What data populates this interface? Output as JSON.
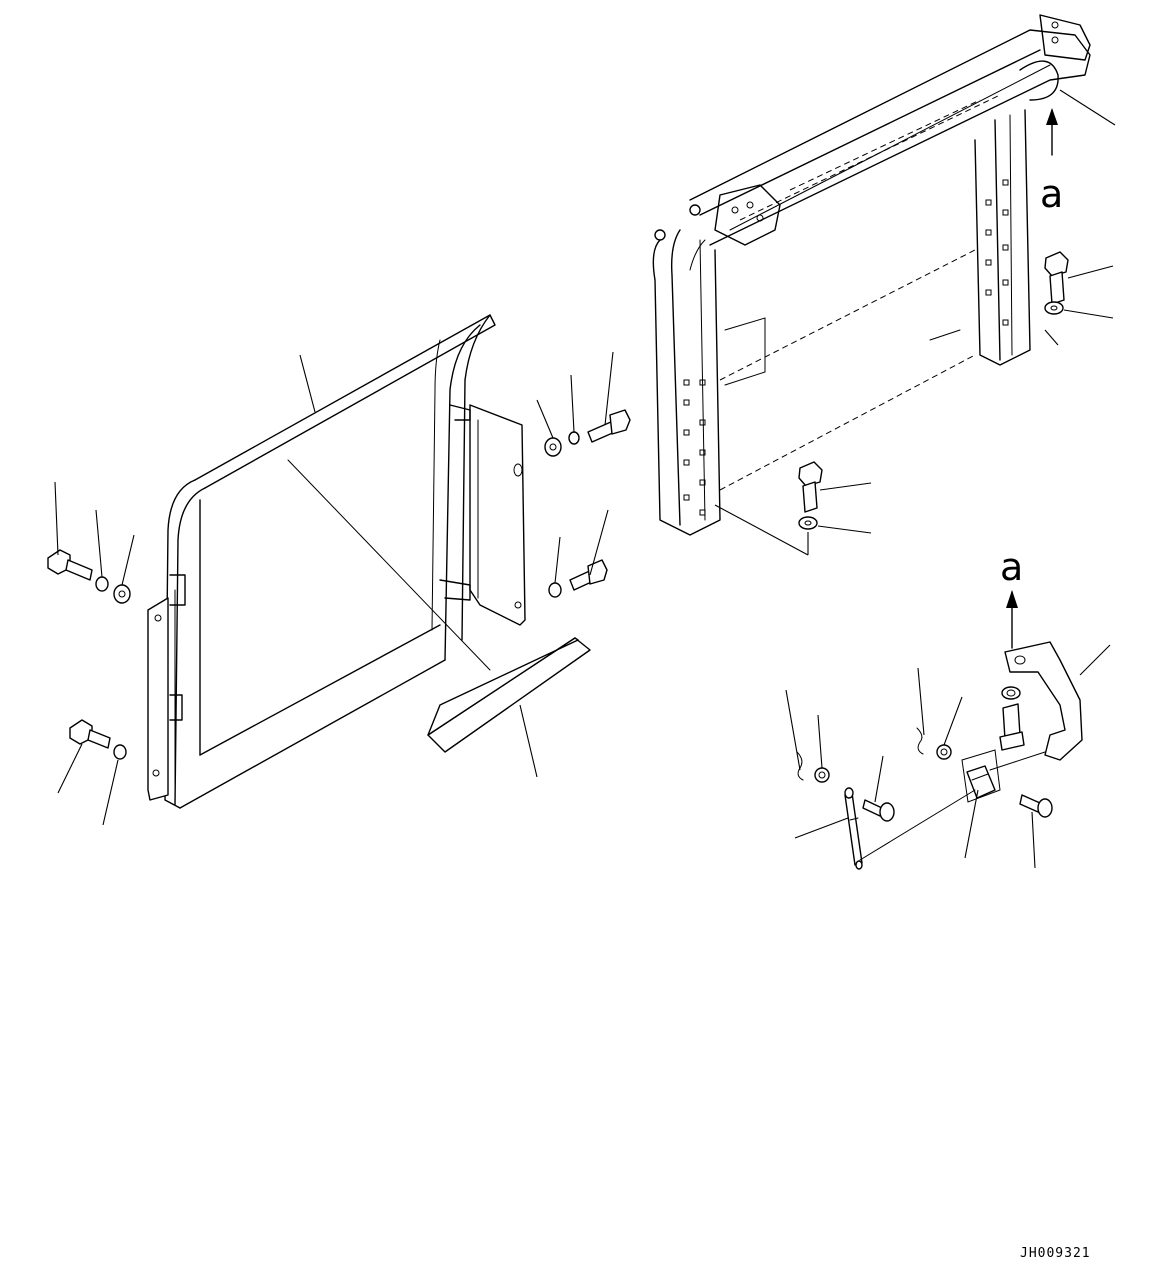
{
  "diagram": {
    "view_label_top": "a",
    "view_label_bottom": "a",
    "drawing_number": "JH009321"
  },
  "colors": {
    "ink": "#000000",
    "paper": "#ffffff"
  }
}
